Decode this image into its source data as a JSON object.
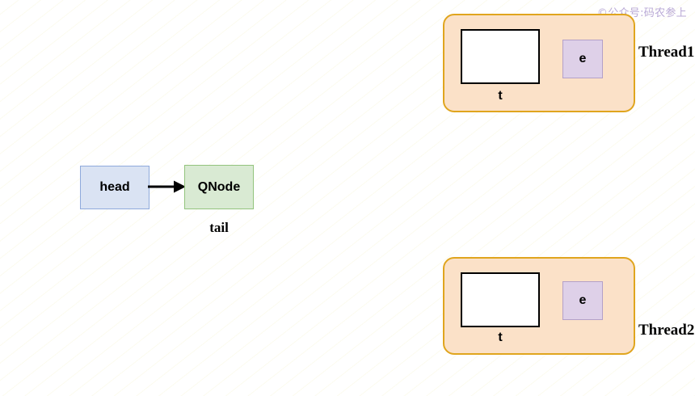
{
  "watermark": {
    "text": "©公众号:码农参上"
  },
  "linked_list": {
    "head": {
      "label": "head"
    },
    "qnode": {
      "label": "QNode"
    },
    "tail_label": "tail",
    "arrow": {
      "name": "head-to-qnode-arrow"
    }
  },
  "threads": [
    {
      "id": "thread1",
      "label": "Thread1",
      "t_node": {
        "label": "t",
        "value": ""
      },
      "e_node": {
        "label": "e"
      }
    },
    {
      "id": "thread2",
      "label": "Thread2",
      "t_node": {
        "label": "t",
        "value": ""
      },
      "e_node": {
        "label": "e"
      }
    }
  ],
  "colors": {
    "head_fill": "#dae3f3",
    "head_border": "#8faadc",
    "qnode_fill": "#d9ead3",
    "qnode_border": "#93c47d",
    "thread_fill": "#fbe1c8",
    "thread_border": "#e0a51e",
    "e_fill": "#ded0e8",
    "e_border": "#b4a0c8",
    "t_border": "#000000",
    "arrow": "#000000",
    "watermark": "#b9a9d6"
  }
}
